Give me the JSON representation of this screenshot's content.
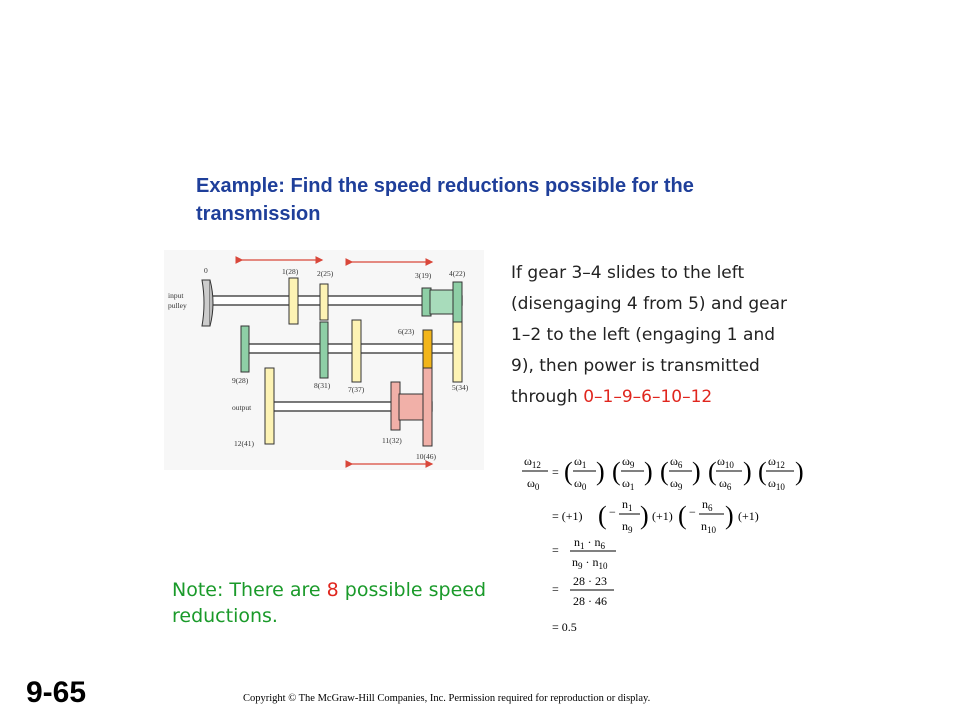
{
  "slide": {
    "title": "Example: Find the speed reductions possible for the transmission",
    "number": "9-65",
    "copyright": "Copyright © The McGraw-Hill Companies, Inc. Permission required for reproduction or display."
  },
  "diagram": {
    "labels": {
      "g0": "0",
      "g1": "1(28)",
      "g2": "2(25)",
      "g3": "3(19)",
      "g4": "4(22)",
      "g6": "6(23)",
      "g7": "7(37)",
      "g8": "8(31)",
      "g9": "9(28)",
      "g5": "5(34)",
      "g10": "10(46)",
      "g11": "11(32)",
      "g12": "12(41)",
      "input1": "input",
      "input2": "pulley",
      "output": "output"
    },
    "colors": {
      "arrow": "#d9473a",
      "gear_yellow": "#fdf3b4",
      "gear_green": "#8ecfa6",
      "gear_orange": "#f2b51a",
      "gear_pink": "#f1b0a8",
      "shaft": "#333333"
    }
  },
  "description": {
    "part1": "If gear 3–4 slides to the left (disengaging 4 from 5) and gear 1–2 to the left (engaging 1 and 9), then power is transmitted through ",
    "path": "0–1–9–6–10–12"
  },
  "equations": {
    "lhs_num": "ω12",
    "lhs_den": "ω0",
    "row1": [
      "ω1/ω0",
      "ω9/ω1",
      "ω6/ω9",
      "ω10/ω6",
      "ω12/ω10"
    ],
    "row2": "= (+1) (−n1/n9) (+1) (−n6/n10) (+1)",
    "row3_num": "n1 · n6",
    "row3_den": "n9 · n10",
    "row4_num": "28 · 23",
    "row4_den": "28 · 46",
    "result": "= 0.5"
  },
  "note": {
    "prefix": "Note: There are ",
    "count": "8",
    "suffix": " possible speed reductions."
  }
}
